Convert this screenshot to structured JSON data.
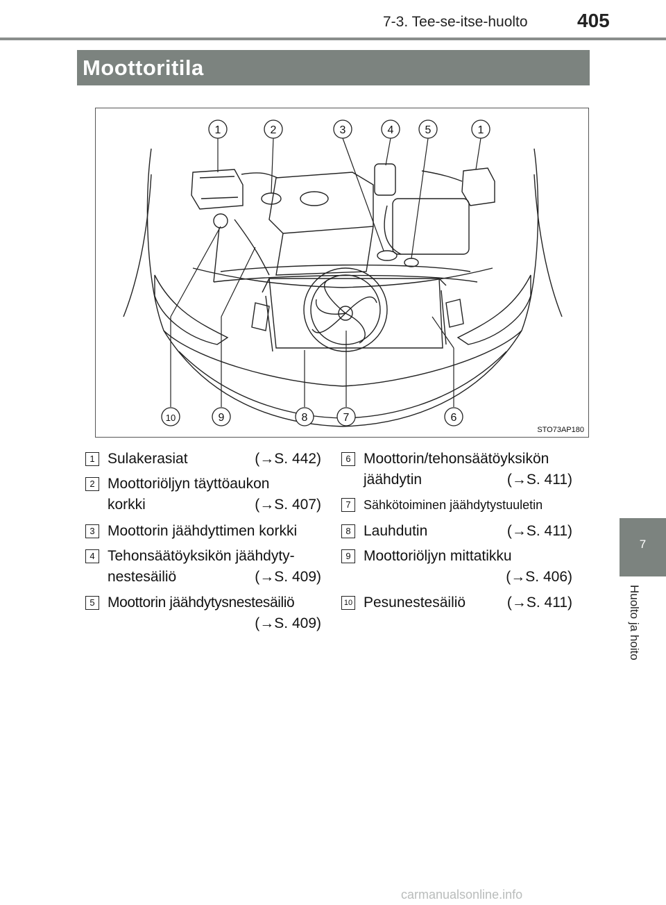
{
  "header": {
    "section": "7-3. Tee-se-itse-huolto",
    "page_number": "405"
  },
  "title": "Moottoritila",
  "figure": {
    "code": "STO73AP180",
    "callouts_top": [
      "1",
      "2",
      "3",
      "4",
      "5",
      "1"
    ],
    "callouts_bottom": [
      "10",
      "9",
      "8",
      "7",
      "6"
    ]
  },
  "legend": [
    {
      "num": "1",
      "lines": [
        "Sulakerasiat"
      ],
      "ref": "(→S. 442)"
    },
    {
      "num": "2",
      "lines": [
        "Moottoriöljyn täyttöaukon",
        "korkki"
      ],
      "ref": "(→S. 407)"
    },
    {
      "num": "3",
      "lines": [
        "Moottorin jäähdyttimen korkki"
      ],
      "ref": ""
    },
    {
      "num": "4",
      "lines": [
        "Tehonsäätöyksikön jäähdyty-",
        "nestesäiliö"
      ],
      "ref": "(→S. 409)"
    },
    {
      "num": "5",
      "lines": [
        "Moottorin jäähdytysnestesäiliö"
      ],
      "ref": "(→S. 409)"
    },
    {
      "num": "6",
      "lines": [
        "Moottorin/tehonsäätöyksikön",
        "jäähdytin"
      ],
      "ref": "(→S. 411)"
    },
    {
      "num": "7",
      "lines": [
        "Sähkötoiminen jäähdytystuuletin"
      ],
      "ref": ""
    },
    {
      "num": "8",
      "lines": [
        "Lauhdutin"
      ],
      "ref": "(→S. 411)"
    },
    {
      "num": "9",
      "lines": [
        "Moottoriöljyn mittatikku"
      ],
      "ref": "(→S. 406)"
    },
    {
      "num": "10",
      "lines": [
        "Pesunestesäiliö"
      ],
      "ref": "(→S. 411)"
    }
  ],
  "side_tab": {
    "chapter": "7",
    "label": "Huolto ja hoito"
  },
  "watermark": "carmanualsonline.info"
}
